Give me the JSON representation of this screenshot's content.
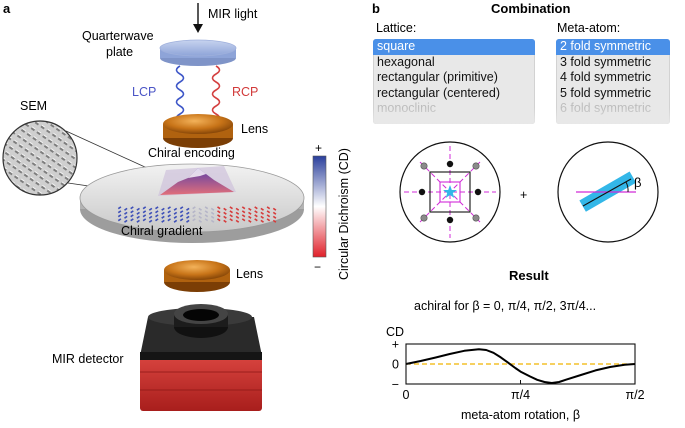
{
  "panel_a": {
    "letter": "a",
    "labels": {
      "mir_light": "MIR light",
      "quarterwave_plate": "Quarterwave\nplate",
      "lcp": "LCP",
      "rcp": "RCP",
      "lens_top": "Lens",
      "sem": "SEM",
      "chiral_encoding": "Chiral encoding",
      "chiral_gradient": "Chiral gradient",
      "lens_bottom": "Lens",
      "mir_detector": "MIR detector"
    },
    "colorbar": {
      "title": "Circular Dichroism (CD)",
      "plus": "+",
      "minus": "−",
      "colors": {
        "top": "#2a3f9c",
        "middle": "#ffffff",
        "bottom": "#e0202a"
      }
    }
  },
  "panel_b": {
    "letter": "b",
    "combination_title": "Combination",
    "lattice": {
      "title": "Lattice:",
      "items": [
        "square",
        "hexagonal",
        "rectangular (primitive)",
        "rectangular (centered)",
        "monoclinic"
      ],
      "selected": 0
    },
    "meta_atom": {
      "title": "Meta-atom:",
      "items": [
        "2 fold symmetric",
        "3 fold symmetric",
        "4 fold symmetric",
        "5 fold symmetric",
        "6 fold symmetric"
      ],
      "selected": 0
    },
    "plus_sign": "+",
    "beta_label": "β",
    "result_title": "Result",
    "result_text": "achiral for β = 0, π/4, π/2, 3π/4...",
    "accent_colors": {
      "magenta": "#d12bd8",
      "cyan": "#33b7e8"
    }
  },
  "chart_data": {
    "type": "line",
    "title": "",
    "xlabel": "meta-atom rotation, β",
    "ylabel": "CD",
    "xlim": [
      0,
      1.5708
    ],
    "ylim": [
      -1,
      1
    ],
    "x_ticks": [
      {
        "value": 0,
        "label": "0"
      },
      {
        "value": 0.7854,
        "label": "π/4"
      },
      {
        "value": 1.5708,
        "label": "π/2"
      }
    ],
    "y_ticks": [
      {
        "value": 1,
        "label": "+"
      },
      {
        "value": 0,
        "label": "0"
      },
      {
        "value": -1,
        "label": "−"
      }
    ],
    "series": [
      {
        "color": "#000000",
        "x": [
          0,
          0.1,
          0.2,
          0.3,
          0.4,
          0.5,
          0.55,
          0.6,
          0.65,
          0.7,
          0.75,
          0.7854,
          0.85,
          0.9,
          0.95,
          1.0,
          1.05,
          1.1,
          1.2,
          1.3,
          1.4,
          1.5,
          1.5708
        ],
        "y": [
          0,
          0.15,
          0.32,
          0.5,
          0.66,
          0.74,
          0.7,
          0.56,
          0.33,
          0.07,
          -0.2,
          -0.38,
          -0.62,
          -0.79,
          -0.9,
          -0.95,
          -0.9,
          -0.78,
          -0.55,
          -0.32,
          -0.15,
          -0.04,
          0
        ]
      }
    ],
    "reference_line": {
      "y": 0,
      "color": "#f0b400",
      "style": "dashed"
    }
  }
}
